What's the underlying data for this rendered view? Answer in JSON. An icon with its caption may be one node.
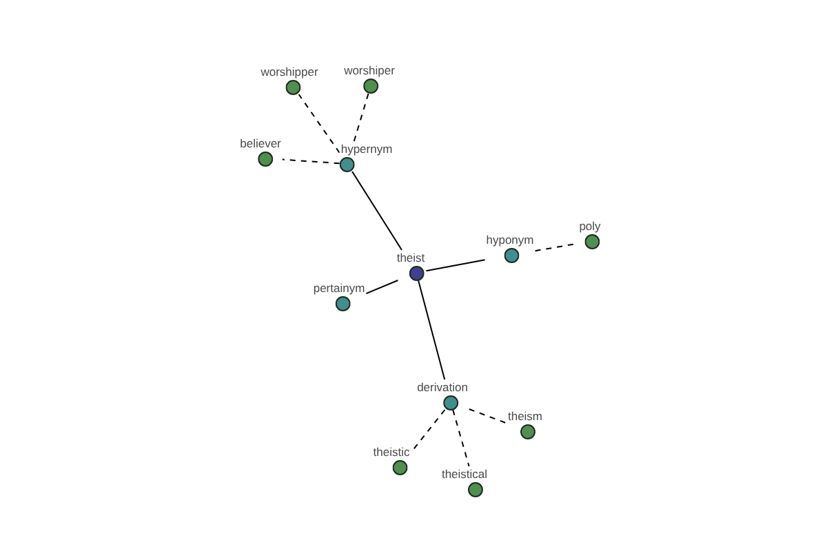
{
  "diagram": {
    "nodes": [
      {
        "text": [
          "worshipper"
        ]
      },
      {
        "text": [
          "worshiper"
        ]
      },
      {
        "text": [
          "believer"
        ]
      },
      {
        "text": [
          "hypernym"
        ]
      },
      {
        "text": [
          "poly"
        ]
      },
      {
        "text": [
          "hyponym"
        ]
      },
      {
        "text": [
          "theist"
        ]
      },
      {
        "text": [
          "pertainym"
        ]
      },
      {
        "text": [
          "derivation"
        ]
      },
      {
        "text": [
          "theism"
        ]
      },
      {
        "text": [
          "theistic"
        ]
      },
      {
        "text": [
          "theistical"
        ]
      }
    ],
    "edges": [
      {
        "from": 6,
        "to": 3,
        "arrow": "none"
      },
      {
        "from": 6,
        "to": 5,
        "arrow": "none"
      },
      {
        "from": 6,
        "to": 7,
        "arrow": "none"
      },
      {
        "from": 6,
        "to": 8,
        "arrow": "none"
      },
      {
        "from": 3,
        "to": 0,
        "arrow": "none",
        "style": "dashed"
      },
      {
        "from": 3,
        "to": 1,
        "arrow": "none",
        "style": "dashed"
      },
      {
        "from": 3,
        "to": 2,
        "arrow": "none",
        "style": "dashed"
      },
      {
        "from": 5,
        "to": 4,
        "arrow": "none",
        "style": "dashed"
      },
      {
        "from": 8,
        "to": 9,
        "arrow": "none",
        "style": "dashed"
      },
      {
        "from": 8,
        "to": 10,
        "arrow": "none",
        "style": "dashed"
      },
      {
        "from": 8,
        "to": 11,
        "arrow": "none",
        "style": "dashed"
      }
    ]
  }
}
